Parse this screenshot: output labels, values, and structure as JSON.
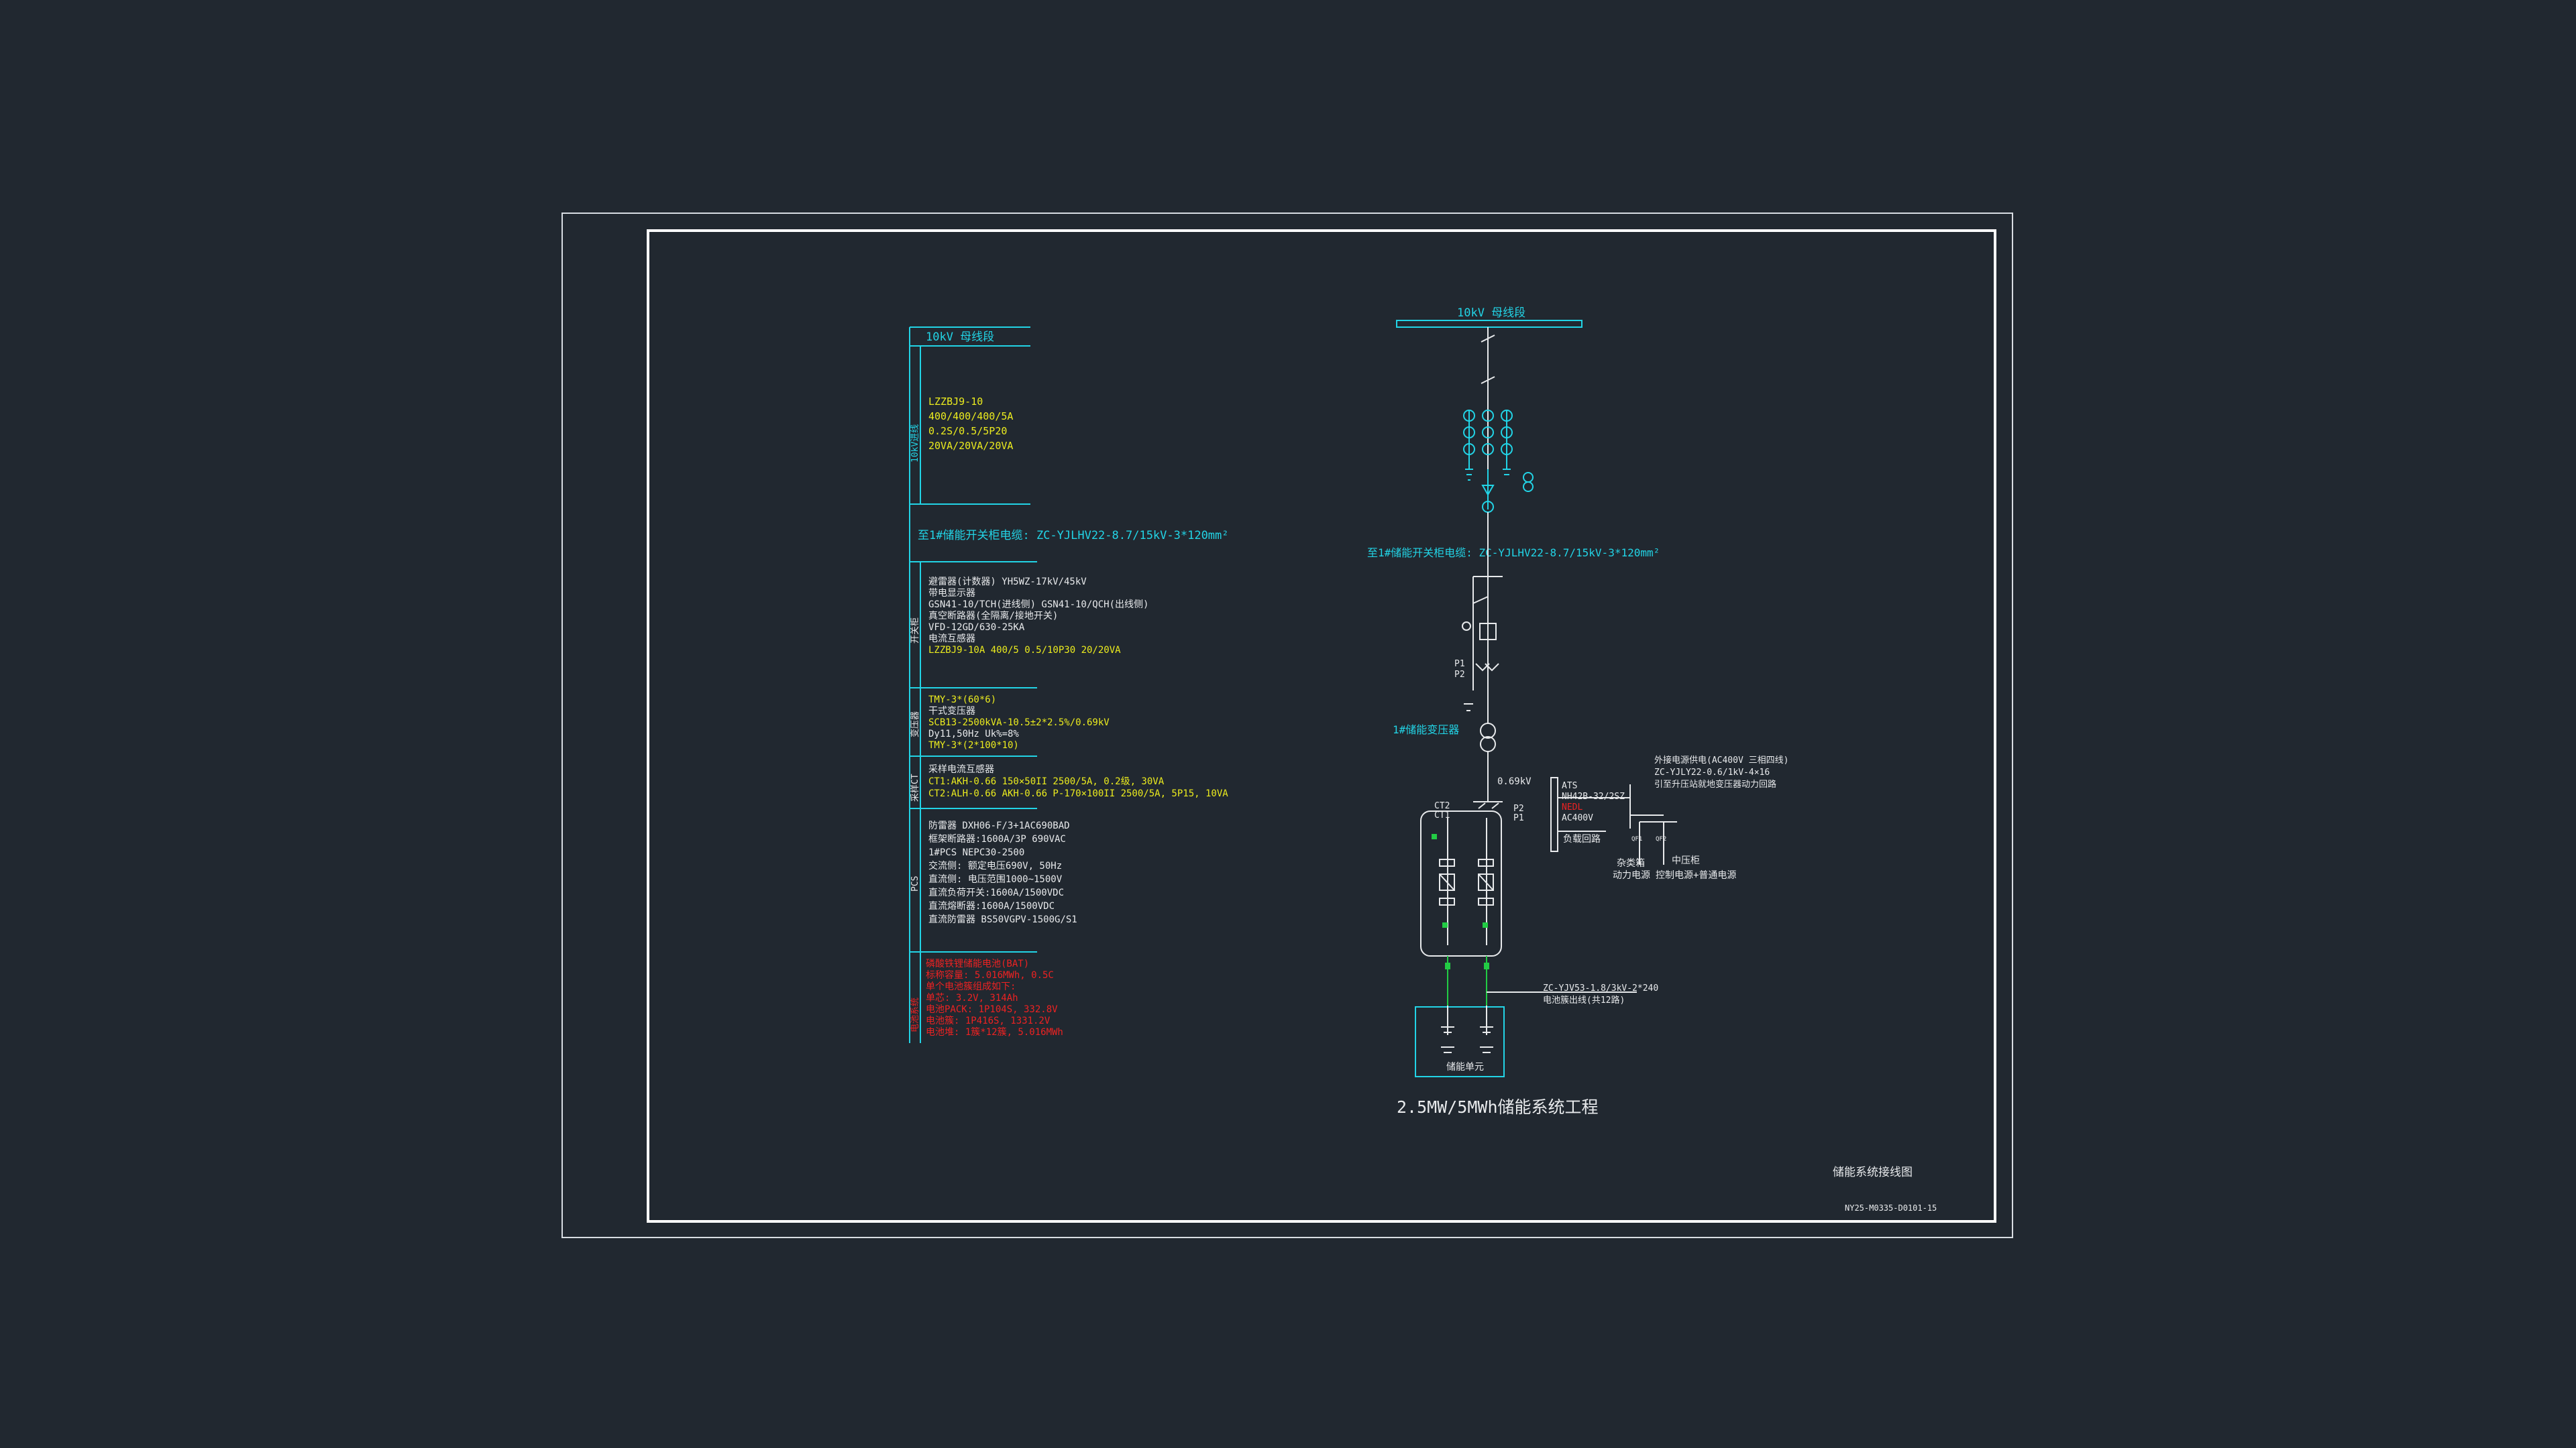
{
  "colors": {
    "background": "#212830",
    "frame": "#d8dde2",
    "cyan": "#22d4e6",
    "white": "#e8eaec",
    "yellow": "#ecec1e",
    "red": "#ee2222",
    "green": "#22cc44"
  },
  "left_table": {
    "bus_label": "10kV 母线段",
    "ct_label": "LZZBJ9-10",
    "ct_lines": [
      "LZZBJ9-10",
      "400/400/400/5A",
      "0.2S/0.5/5P20",
      "20VA/20VA/20VA"
    ],
    "cable": "至1#储能开关柜电缆: ZC-YJLHV22-8.7/15kV-3*120mm²",
    "switchgear_lines": [
      {
        "text": "避雷器(计数器) YH5WZ-17kV/45kV",
        "color": "white"
      },
      {
        "text": "带电显示器",
        "color": "white"
      },
      {
        "text": "GSN41-10/TCH(进线侧) GSN41-10/QCH(出线侧)",
        "color": "white"
      },
      {
        "text": "真空断路器(全隔离/接地开关)",
        "color": "white"
      },
      {
        "text": "VFD-12GD/630-25KA",
        "color": "white"
      },
      {
        "text": "电流互感器",
        "color": "white"
      },
      {
        "text": "LZZBJ9-10A 400/5 0.5/10P30 20/20VA",
        "color": "yellow"
      }
    ],
    "transformer_lines": [
      {
        "text": "TMY-3*(60*6)",
        "color": "yellow"
      },
      {
        "text": "干式变压器",
        "color": "white"
      },
      {
        "text": "SCB13-2500kVA-10.5±2*2.5%/0.69kV",
        "color": "yellow"
      },
      {
        "text": "Dy11,50Hz Uk%=8%",
        "color": "white"
      },
      {
        "text": "TMY-3*(2*100*10)",
        "color": "yellow"
      }
    ],
    "ct2_lines": [
      {
        "text": "采样电流互感器",
        "color": "white"
      },
      {
        "text": "CT1:AKH-0.66 150×50II 2500/5A, 0.2级, 30VA",
        "color": "yellow"
      },
      {
        "text": "CT2:ALH-0.66 AKH-0.66 P-170×100II 2500/5A, 5P15, 10VA",
        "color": "yellow"
      }
    ],
    "pcs_lines": [
      {
        "text": "防雷器 DXH06-F/3+1AC690BAD",
        "color": "white"
      },
      {
        "text": "框架断路器:1600A/3P 690VAC",
        "color": "white"
      },
      {
        "text": "1#PCS NEPC30-2500",
        "color": "white"
      },
      {
        "text": "交流侧: 额定电压690V, 50Hz",
        "color": "white"
      },
      {
        "text": "直流侧: 电压范围1000~1500V",
        "color": "white"
      },
      {
        "text": "直流负荷开关:1600A/1500VDC",
        "color": "white"
      },
      {
        "text": "直流熔断器:1600A/1500VDC",
        "color": "white"
      },
      {
        "text": "直流防雷器 BS50VGPV-1500G/S1",
        "color": "white"
      }
    ],
    "battery_lines": [
      "磷酸铁锂储能电池(BAT)",
      "标称容量: 5.016MWh, 0.5C",
      "单个电池簇组成如下:",
      "单芯: 3.2V, 314Ah",
      "电池PACK: 1P104S, 332.8V",
      "电池簇: 1P416S, 1331.2V",
      "电池堆: 1簇*12簇, 5.016MWh"
    ],
    "side_labels": [
      "10kV进线",
      "开关柜",
      "变压器",
      "采样CT",
      "PCS",
      "电池系统"
    ]
  },
  "diagram": {
    "bus_label": "10kV 母线段",
    "cable": "至1#储能开关柜电缆: ZC-YJLHV22-8.7/15kV-3*120mm²",
    "p_labels_upper": [
      "P1",
      "P2"
    ],
    "transformer_label": "1#储能变压器",
    "voltage_label": "0.69kV",
    "ct_labels": [
      "CT2",
      "CT1"
    ],
    "p_labels_lower": [
      "P2",
      "P1"
    ],
    "ats_lines": [
      "ATS",
      "NH42B-32/2SZ",
      "NEDL",
      "AC400V",
      "负载回路"
    ],
    "aux_lines": [
      "外接电源供电(AC400V 三相四线)",
      "ZC-YJLY22-0.6/1kV-4×16",
      "引至升压站就地变压器动力回路"
    ],
    "aux_small": [
      "QF1",
      "QF2"
    ],
    "aux_bottom": [
      "动力电源",
      "控制电源+普通电源"
    ],
    "aux_bottom2": [
      "杂类箱",
      "中压柜"
    ],
    "dc_cable_lines": [
      "ZC-YJV53-1.8/3kV-2*240",
      "电池簇出线(共12路)"
    ],
    "storage_unit": "储能单元",
    "project_title": "2.5MW/5MWh储能系统工程"
  },
  "title_block": {
    "name": "储能系统接线图",
    "number": "NY25-M0335-D0101-15"
  }
}
